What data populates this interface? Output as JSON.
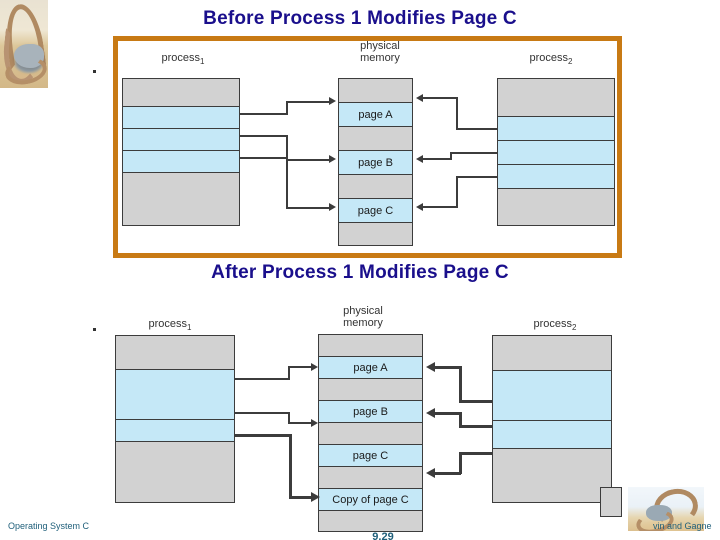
{
  "slide": {
    "cover_art_alt": "scorpion-cover-art",
    "titles": {
      "before": "Before Process 1 Modifies Page C",
      "after": "After Process 1 Modifies Page C"
    },
    "footer": {
      "left": "Operating System C",
      "right": "vin and Gagne",
      "bottom_caption": "9.29"
    },
    "accent_colors": {
      "frame_border": "#c87a14",
      "title_text": "#1a0f8c",
      "shared_page": "#c5e8f7",
      "unmapped_page": "#d2d2d2",
      "outline": "#3c3c3c",
      "footer_text": "#1f5f7a"
    }
  },
  "figure_before": {
    "name": "copy-on-write-before",
    "labels": {
      "process1": "process",
      "process1_sub": "1",
      "physical_memory_line1": "physical",
      "physical_memory_line2": "memory",
      "process2": "process",
      "process2_sub": "2"
    },
    "process1_cells": [
      {
        "label": "",
        "kind": "gray"
      },
      {
        "label": "",
        "kind": "blue"
      },
      {
        "label": "",
        "kind": "blue"
      },
      {
        "label": "",
        "kind": "blue"
      },
      {
        "label": "",
        "kind": "gray"
      }
    ],
    "memory_cells": [
      {
        "label": "",
        "kind": "gray"
      },
      {
        "label": "page A",
        "kind": "blue"
      },
      {
        "label": "",
        "kind": "gray"
      },
      {
        "label": "page B",
        "kind": "blue"
      },
      {
        "label": "",
        "kind": "gray"
      },
      {
        "label": "page C",
        "kind": "blue"
      },
      {
        "label": "",
        "kind": "gray"
      }
    ],
    "process2_cells": [
      {
        "label": "",
        "kind": "gray"
      },
      {
        "label": "",
        "kind": "blue"
      },
      {
        "label": "",
        "kind": "blue"
      },
      {
        "label": "",
        "kind": "blue"
      },
      {
        "label": "",
        "kind": "gray"
      }
    ],
    "mappings": [
      {
        "from": "process1 row 2",
        "to": "page A"
      },
      {
        "from": "process1 row 3",
        "to": "page B"
      },
      {
        "from": "process1 row 4",
        "to": "page C"
      },
      {
        "from": "process2 row 2",
        "to": "page A"
      },
      {
        "from": "process2 row 3",
        "to": "page B"
      },
      {
        "from": "process2 row 4",
        "to": "page C"
      }
    ]
  },
  "figure_after": {
    "name": "copy-on-write-after",
    "labels": {
      "process1": "process",
      "process1_sub": "1",
      "physical_memory_line1": "physical",
      "physical_memory_line2": "memory",
      "process2": "process",
      "process2_sub": "2"
    },
    "process1_cells": [
      {
        "label": "",
        "kind": "gray"
      },
      {
        "label": "",
        "kind": "blue"
      },
      {
        "label": "",
        "kind": "blue"
      },
      {
        "label": "",
        "kind": "gray"
      }
    ],
    "memory_cells": [
      {
        "label": "",
        "kind": "gray"
      },
      {
        "label": "page A",
        "kind": "blue"
      },
      {
        "label": "",
        "kind": "gray"
      },
      {
        "label": "page B",
        "kind": "blue"
      },
      {
        "label": "",
        "kind": "gray"
      },
      {
        "label": "page C",
        "kind": "blue"
      },
      {
        "label": "",
        "kind": "gray"
      },
      {
        "label": "Copy of page C",
        "kind": "blue"
      },
      {
        "label": "",
        "kind": "gray"
      }
    ],
    "process2_cells": [
      {
        "label": "",
        "kind": "gray"
      },
      {
        "label": "",
        "kind": "blue"
      },
      {
        "label": "",
        "kind": "blue"
      },
      {
        "label": "",
        "kind": "gray"
      }
    ],
    "mappings": [
      {
        "from": "process1 row 2",
        "to": "page A"
      },
      {
        "from": "process1 row 2 lower",
        "to": "page B"
      },
      {
        "from": "process1 row 3",
        "to": "Copy of page C"
      },
      {
        "from": "process2 row 2",
        "to": "page A"
      },
      {
        "from": "process2 row 2 lower",
        "to": "page B"
      },
      {
        "from": "process2 row 3",
        "to": "page C"
      }
    ]
  }
}
